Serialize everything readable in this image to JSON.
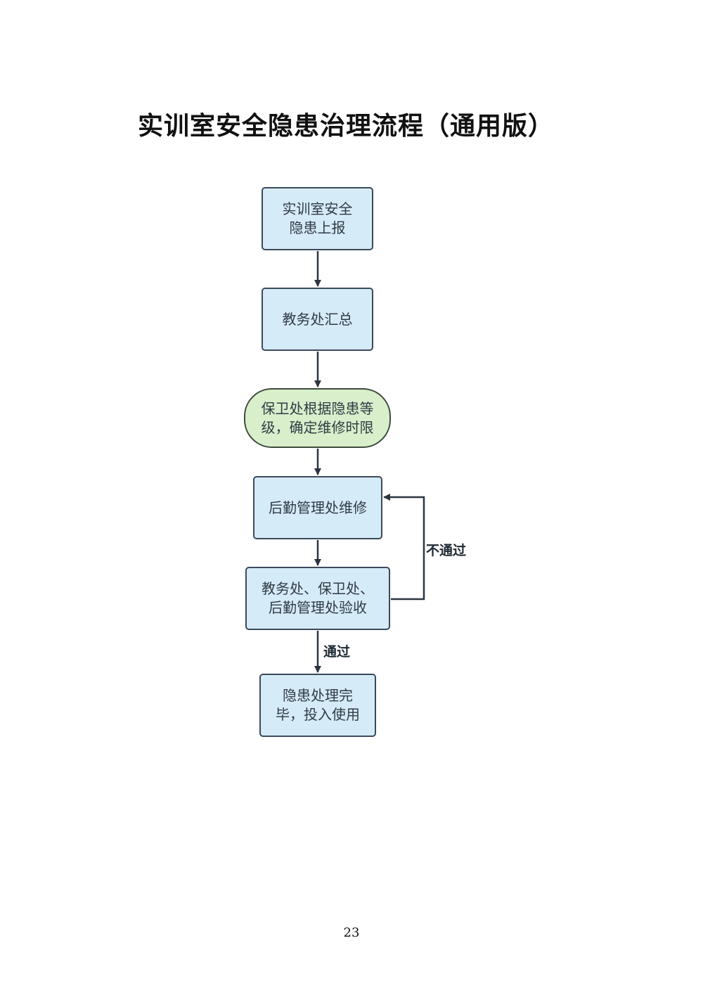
{
  "title": "实训室安全隐患治理流程（通用版）",
  "nodes": [
    {
      "id": "report",
      "text": "实训室安全\n隐患上报"
    },
    {
      "id": "summary",
      "text": "教务处汇总"
    },
    {
      "id": "grading",
      "text": "保卫处根据隐患等\n级，确定维修时限"
    },
    {
      "id": "repair",
      "text": "后勤管理处维修"
    },
    {
      "id": "inspection",
      "text": "教务处、保卫处、\n后勤管理处验收"
    },
    {
      "id": "done",
      "text": "隐患处理完\n毕，投入使用"
    }
  ],
  "edges": [
    {
      "from": "report",
      "to": "summary",
      "label": ""
    },
    {
      "from": "summary",
      "to": "grading",
      "label": ""
    },
    {
      "from": "grading",
      "to": "repair",
      "label": ""
    },
    {
      "from": "repair",
      "to": "inspection",
      "label": ""
    },
    {
      "from": "inspection",
      "to": "done",
      "label": "通过"
    },
    {
      "from": "inspection",
      "to": "repair",
      "label": "不通过"
    }
  ],
  "colors": {
    "process_fill": "#d6ebf8",
    "decision_fill": "#d9efcb",
    "border": "#3b4a5a",
    "arrow": "#2b3540"
  },
  "page_number": "23"
}
